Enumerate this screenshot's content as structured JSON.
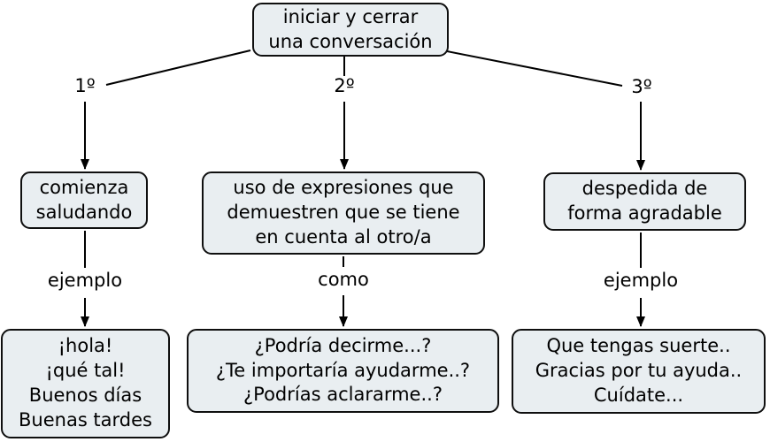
{
  "diagram": {
    "root": {
      "text": "iniciar y cerrar\nuna conversación"
    },
    "branches": [
      {
        "order_label": "1º",
        "step": {
          "text": "comienza\nsaludando"
        },
        "edge_label": "ejemplo",
        "examples": {
          "text": "¡hola!\n¡qué tal!\nBuenos días\nBuenas tardes"
        }
      },
      {
        "order_label": "2º",
        "step": {
          "text": "uso de expresiones que\ndemuestren que se tiene\nen cuenta al otro/a"
        },
        "edge_label": "como",
        "examples": {
          "text": "¿Podría decirme...?\n¿Te importaría ayudarme..?\n¿Podrías aclararme..?"
        }
      },
      {
        "order_label": "3º",
        "step": {
          "text": "despedida de\nforma agradable"
        },
        "edge_label": "ejemplo",
        "examples": {
          "text": "Que tengas suerte..\nGracias por tu ayuda..\nCuídate..."
        }
      }
    ],
    "colors": {
      "background": "#ffffff",
      "node_fill": "#e9eef1",
      "node_border": "#0f0f0f",
      "line": "#000000",
      "text": "#000000"
    }
  }
}
